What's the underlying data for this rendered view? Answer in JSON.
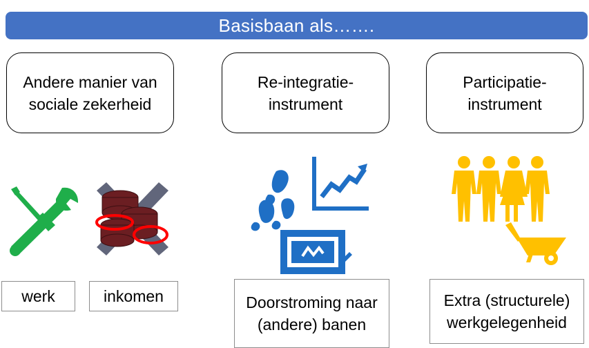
{
  "banner": {
    "title": "Basisbaan als……."
  },
  "categories": [
    {
      "label": "Andere manier van sociale zekerheid"
    },
    {
      "label": "Re-integratie-instrument"
    },
    {
      "label": "Participatie-instrument"
    }
  ],
  "outcomes": [
    {
      "label": "werk"
    },
    {
      "label": "inkomen"
    },
    {
      "label": "Doorstroming naar (andere) banen"
    },
    {
      "label": "Extra (structurele) werkgelegenheid"
    }
  ],
  "icons": {
    "tools": "tools-icon",
    "coins_crossed": "crossed-out-coins-icon",
    "footprints": "footprints-icon",
    "growth_chart": "line-chart-icon",
    "whiteboard": "whiteboard-icon",
    "people": "people-group-icon",
    "wheelbarrow": "wheelbarrow-icon"
  },
  "colors": {
    "banner": "#4472c4",
    "tools": "#1fae4a",
    "coins": "#6b1e22",
    "cross": "#595e74",
    "ring": "#ff0000",
    "blue_icons": "#1f6fc5",
    "people": "#ffc000"
  }
}
